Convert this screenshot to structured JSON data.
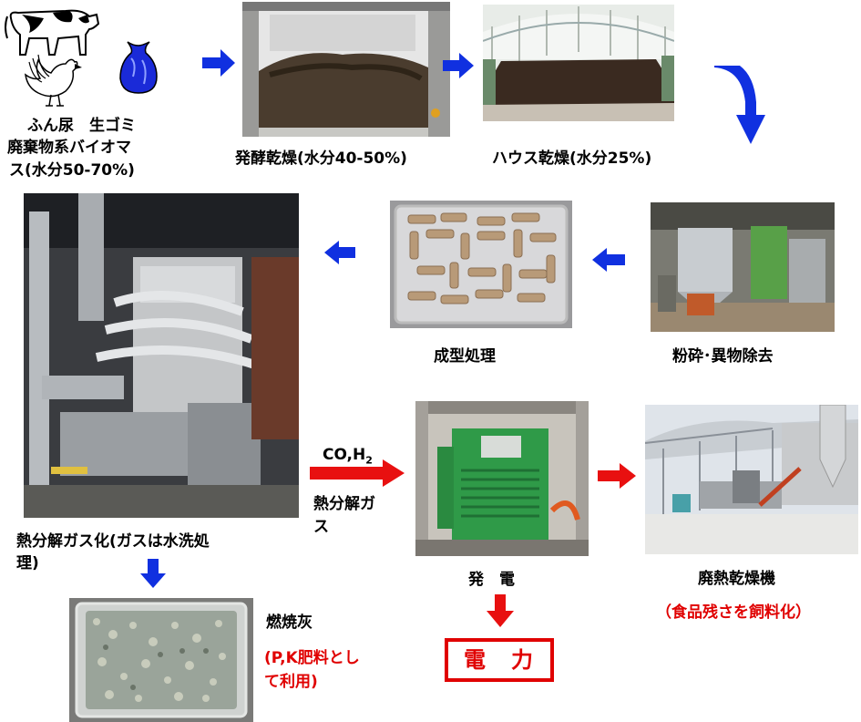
{
  "feedstock": {
    "label_line1": "ふん尿　生ゴミ",
    "label_line2": "廃棄物系バイオマ",
    "label_line3": "ス(水分50-70%)"
  },
  "steps": {
    "fermentation": "発酵乾燥(水分40-50%)",
    "house_drying": "ハウス乾燥(水分25%)",
    "crushing": "粉砕･異物除去",
    "molding": "成型処理",
    "pyrolysis_line1": "熱分解ガス化(ガスは水洗処",
    "pyrolysis_line2": "理)",
    "generation": "発　電",
    "waste_heat": "廃熱乾燥機",
    "waste_heat_note": "（食品残さを飼料化）",
    "ash": "燃焼灰",
    "ash_note_line1": "(P,K肥料とし",
    "ash_note_line2": "て利用)"
  },
  "gas": {
    "formula_co": "CO,H",
    "formula_sub": "2",
    "label_line1": "熱分解ガ",
    "label_line2": "ス"
  },
  "output": {
    "electricity": "電　力"
  },
  "colors": {
    "blue_arrow": "#1030e0",
    "red_arrow": "#e81010",
    "red_text": "#e00000"
  }
}
